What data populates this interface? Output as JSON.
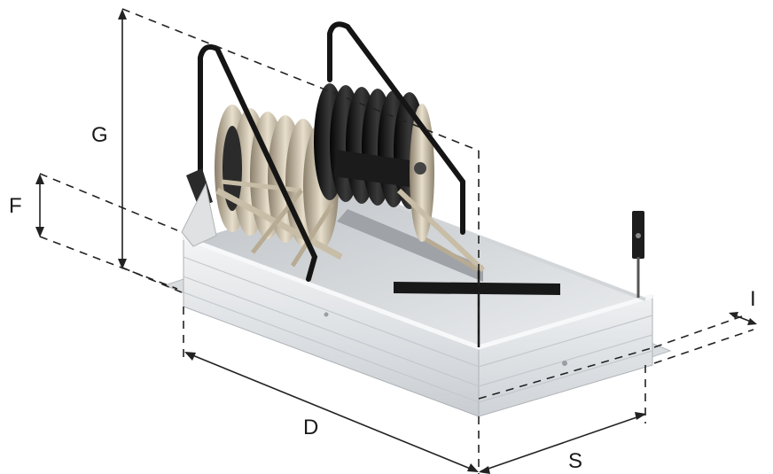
{
  "diagram": {
    "dimension_labels": {
      "G": "G",
      "F": "F",
      "D": "D",
      "S": "S",
      "I": "I"
    },
    "colors": {
      "frame": "#e9ebed",
      "frame_shadow": "#b9bdc2",
      "steel": "#c8bda6",
      "black": "#151515",
      "line": "#222222"
    }
  }
}
